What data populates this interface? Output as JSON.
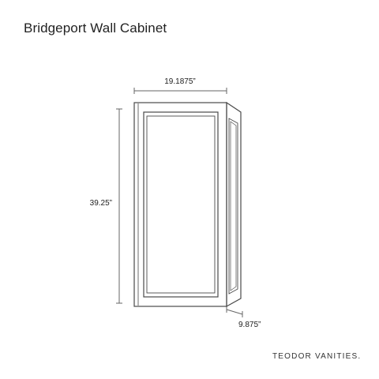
{
  "title": "Bridgeport Wall Cabinet",
  "brand": "TEODOR VANITIES.",
  "dimensions": {
    "width": "19.1875”",
    "height": "39.25”",
    "depth": "9.875”"
  },
  "colors": {
    "line": "#4a4a4a",
    "dim_line": "#666666",
    "background": "#ffffff"
  }
}
